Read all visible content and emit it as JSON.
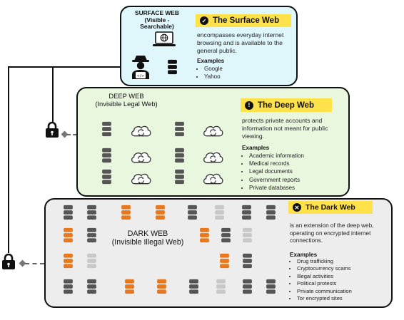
{
  "surface": {
    "layer_title_line1": "SURFACE WEB",
    "layer_title_line2": "(Visible - Searchable)",
    "panel_title": "The Surface Web",
    "description": "encompasses everyday internet browsing and is available to the general public.",
    "examples_label": "Examples",
    "examples": [
      "Google",
      "Yahoo"
    ]
  },
  "deep": {
    "layer_title_line1": "DEEP WEB",
    "layer_title_line2": "(Invisible Legal Web)",
    "panel_title": "The Deep Web",
    "description": "protects private accounts and information not meant for public viewing.",
    "examples_label": "Examples",
    "examples": [
      "Academic information",
      "Medical records",
      "Legal documents",
      "Government reports",
      "Private databases"
    ]
  },
  "dark": {
    "layer_title_line1": "DARK WEB",
    "layer_title_line2": "(Invisible Illegal Web)",
    "panel_title": "The Dark Web",
    "description": "is an extension of the deep web, operating on encrypted internet connections.",
    "examples_label": "Examples",
    "examples": [
      "Drug trafficking",
      "Cryptocurrency scams",
      "Illegal activities",
      "Political protests",
      "Private communication",
      "Tor encrypted sites"
    ]
  },
  "icons": {
    "surface_head": "check-icon",
    "deep_head": "info-icon",
    "dark_head": "close-icon",
    "server": "database-icon",
    "cloud": "cloud-sync-icon",
    "monitor": "globe-monitor-icon",
    "user": "hacker-icon",
    "lock": "lock-icon"
  },
  "colors": {
    "surface_bg": "#dff7fb",
    "deep_bg": "#e9f7df",
    "dark_bg": "#ededed",
    "highlight": "#ffe14a",
    "db_dark": "#555555",
    "db_orange": "#e8781e",
    "db_light": "#c8c8c8"
  }
}
